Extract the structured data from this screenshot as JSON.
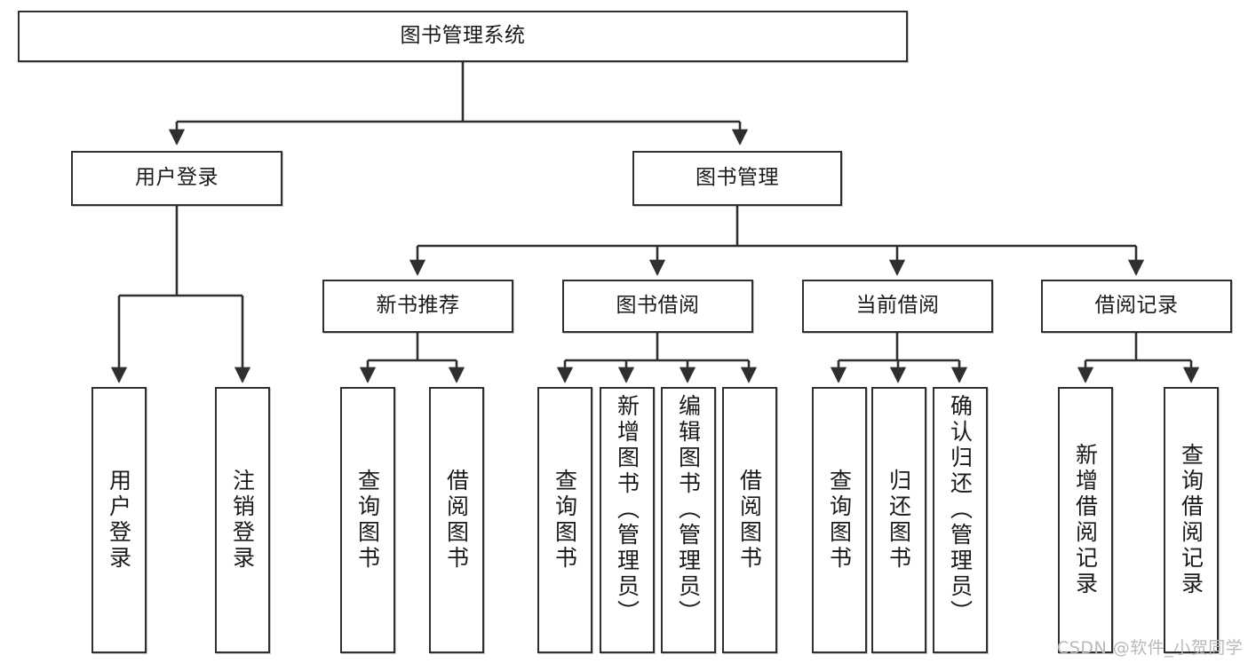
{
  "diagram": {
    "title": "图书管理系统",
    "type": "tree-hierarchy-chart",
    "colors": {
      "box_border": "#2f2f2f",
      "box_fill": "#ffffff",
      "edge": "#2f2f2f",
      "text": "#1a1a1a",
      "watermark": "#b9b9b9",
      "background": "#ffffff"
    }
  },
  "nodes": {
    "root": {
      "label": "图书管理系统"
    },
    "level1": [
      {
        "label": "用户登录"
      },
      {
        "label": "图书管理"
      }
    ],
    "level2": [
      {
        "label": "新书推荐"
      },
      {
        "label": "图书借阅"
      },
      {
        "label": "当前借阅"
      },
      {
        "label": "借阅记录"
      }
    ],
    "leaves": {
      "user_login": [
        {
          "label": "用户登录"
        },
        {
          "label": "注销登录"
        }
      ],
      "new_book_recommend": [
        {
          "label": "查询图书"
        },
        {
          "label": "借阅图书"
        }
      ],
      "book_borrow": [
        {
          "label": "查询图书"
        },
        {
          "label": "新增图书（管理员）"
        },
        {
          "label": "编辑图书（管理员）"
        },
        {
          "label": "借阅图书"
        }
      ],
      "current_borrow": [
        {
          "label": "查询图书"
        },
        {
          "label": "归还图书"
        },
        {
          "label": "确认归还（管理员）"
        }
      ],
      "borrow_record": [
        {
          "label": "新增借阅记录"
        },
        {
          "label": "查询借阅记录"
        }
      ]
    }
  },
  "watermark": {
    "text": "CSDN @软件_小贺同学"
  }
}
